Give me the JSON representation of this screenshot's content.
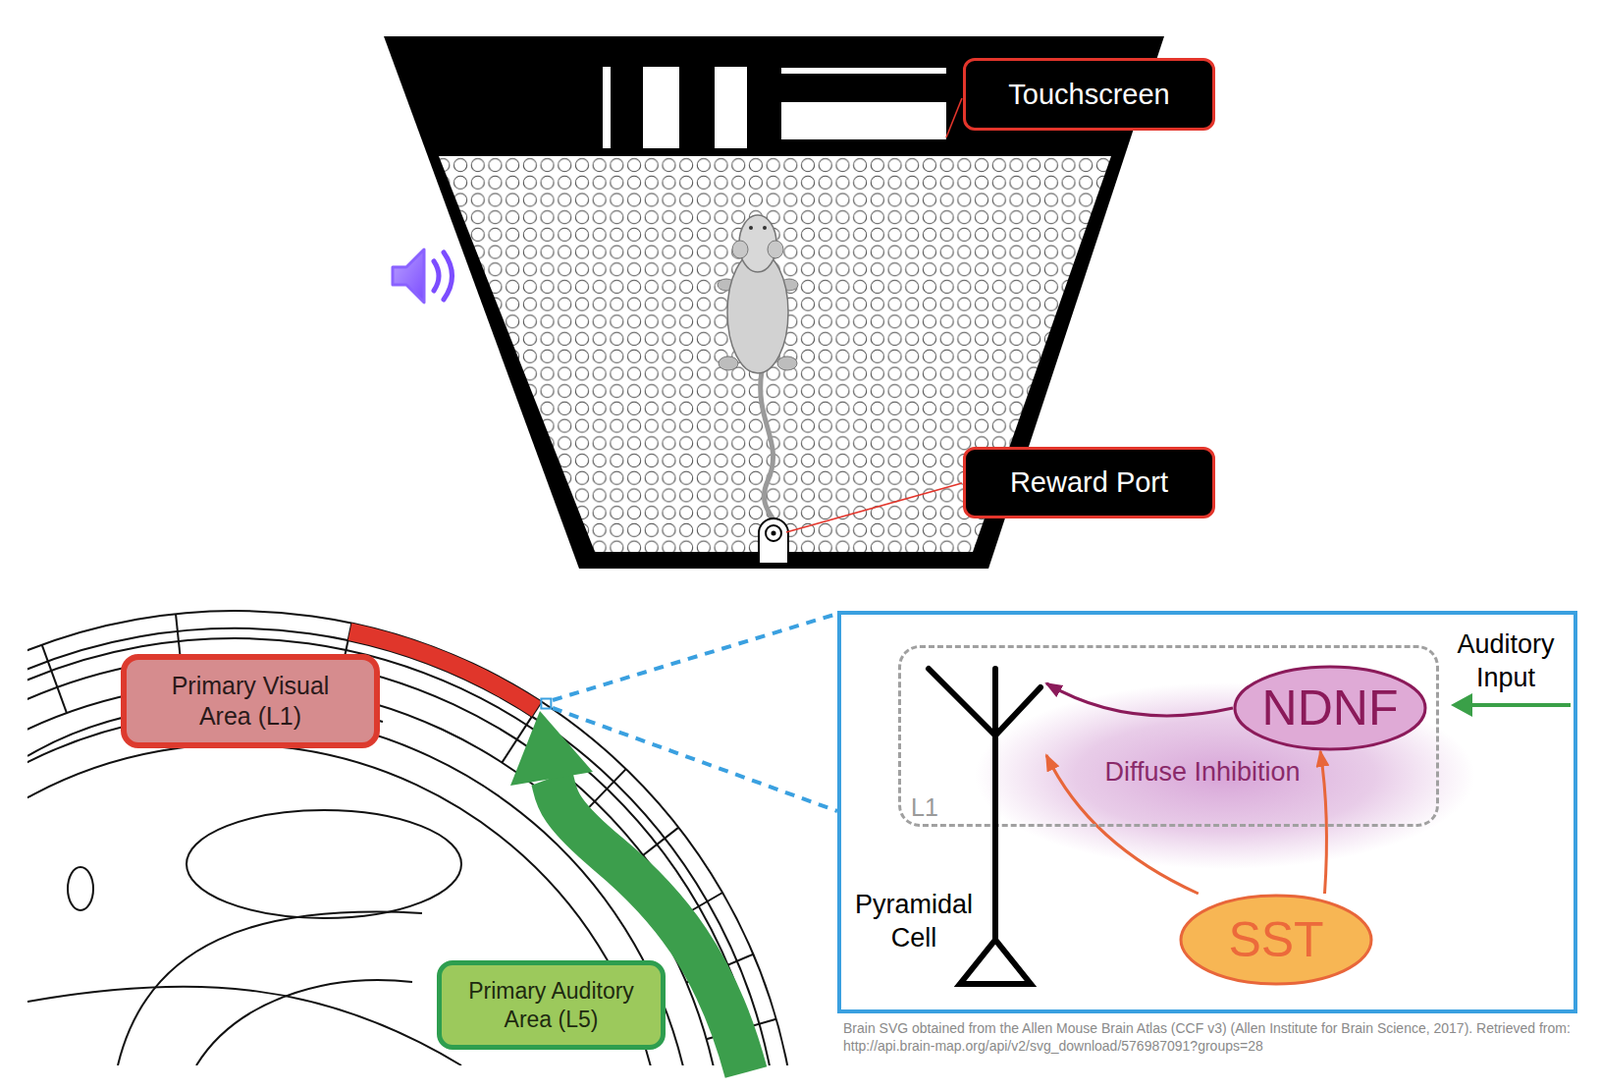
{
  "diagram": {
    "caption": "Brain SVG obtained from the Allen Mouse Brain Atlas (CCF v3) (Allen Institute for Brain Science, 2017). Retrieved from: http://api.brain-map.org/api/v2/svg_download/576987091?groups=28",
    "nodes": [
      {
        "text": [
          "Touchscreen"
        ]
      },
      {
        "text": [
          "Reward Port"
        ]
      },
      {
        "text": [
          "Primary Visual Area (L1)"
        ]
      },
      {
        "text": [
          "Primary Auditory Area (L5)"
        ]
      },
      {
        "text": [
          "L1"
        ]
      },
      {
        "text": [
          "NDNF"
        ],
        "in": 4
      },
      {
        "text": [
          "Pyramidal Cell"
        ]
      },
      {
        "text": [
          "SST"
        ]
      }
    ],
    "edges": [
      {
        "from": 5,
        "to": 6,
        "arrow": "to"
      },
      {
        "from": 7,
        "to": 6,
        "arrow": "to"
      },
      {
        "from": 7,
        "to": 5,
        "arrow": "to"
      }
    ],
    "labels": [
      "Auditory Input",
      "Diffuse Inhibition"
    ]
  }
}
